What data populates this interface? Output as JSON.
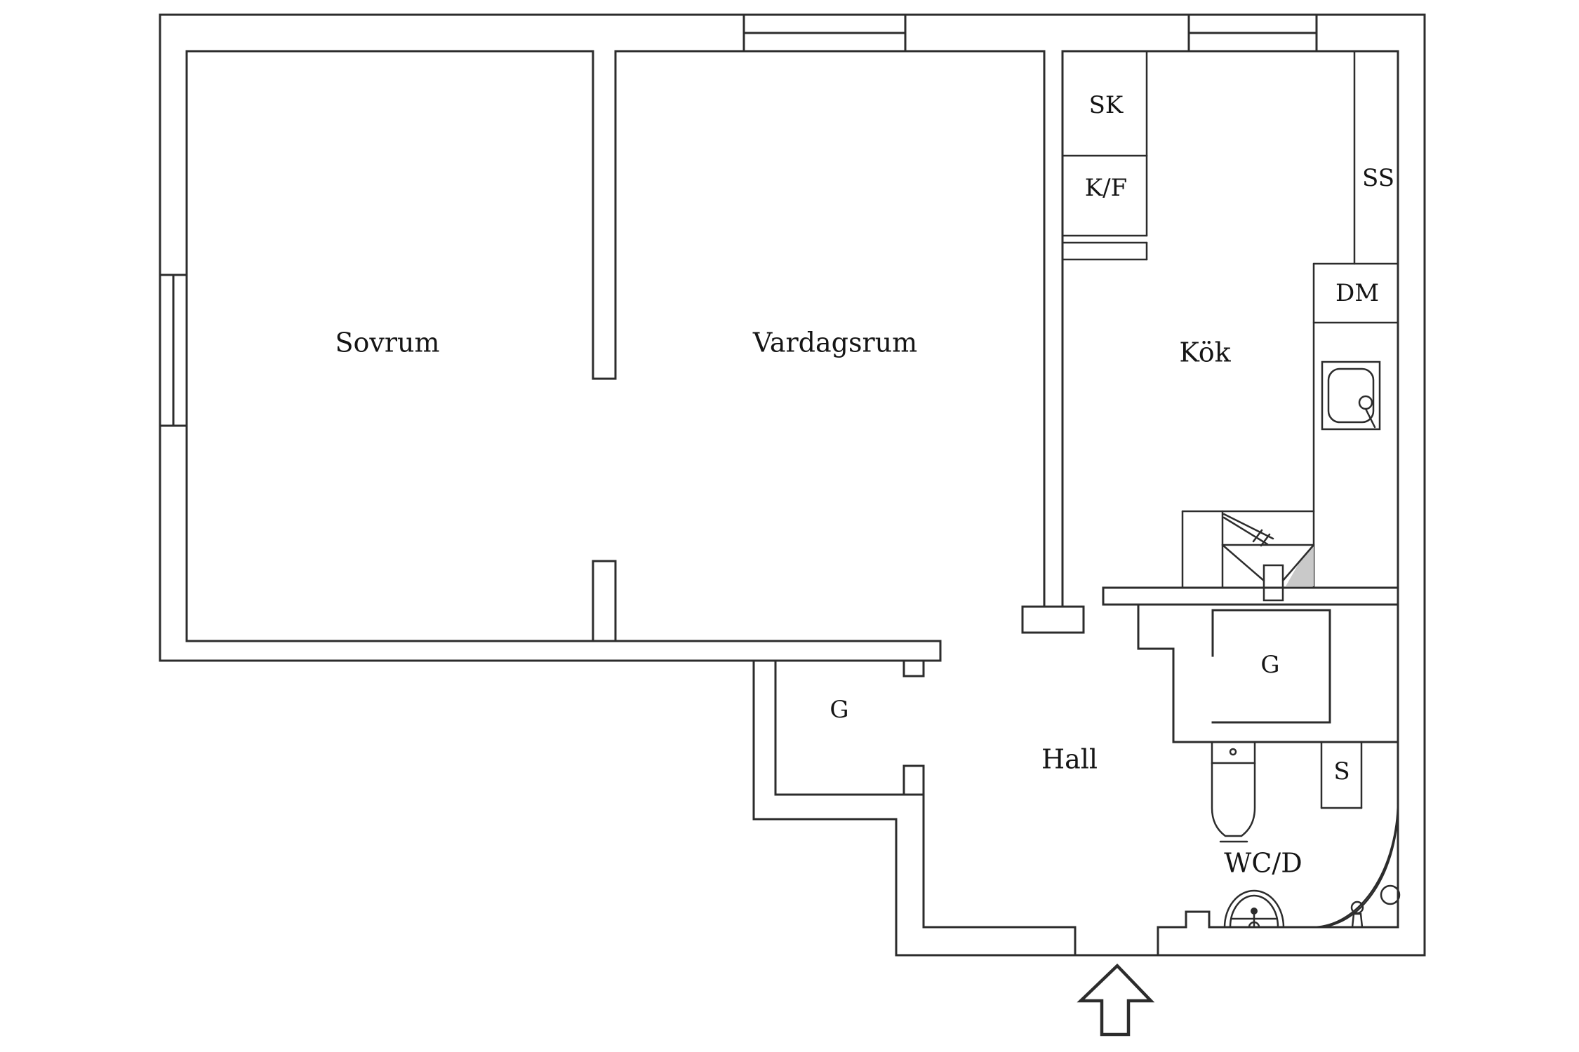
{
  "document": {
    "type": "apartment floor plan drawing",
    "language": "Swedish",
    "background": "#ffffff"
  },
  "colors": {
    "wall_line": "#2c2c2c",
    "label_text": "#151515",
    "shaded_fill": "#c9c9c9",
    "background": "#ffffff"
  },
  "labels": {
    "sovrum": "Sovrum",
    "vardagsrum": "Vardagsrum",
    "kok": "Kök",
    "hall": "Hall",
    "wcd": "WC/D",
    "g_left": "G",
    "g_right": "G",
    "sk": "SK",
    "kf": "K/F",
    "ss": "SS",
    "dm": "DM",
    "s": "S"
  },
  "icons": {
    "entrance_arrow": "outlined up-arrow at entrance door",
    "window": "double-line window opening in wall",
    "toilet": "toilet plan symbol (tank + bowl)",
    "hand_sink": "half-round wash basin symbol",
    "kitchen_sink": "rounded sink with faucet symbol",
    "shower_door": "quarter-circle door/shower swing arc",
    "floor_drain": "small circle",
    "water_tap": "small tap symbol on wall",
    "chute": "funnel-shaped fixture with shaded corner"
  }
}
